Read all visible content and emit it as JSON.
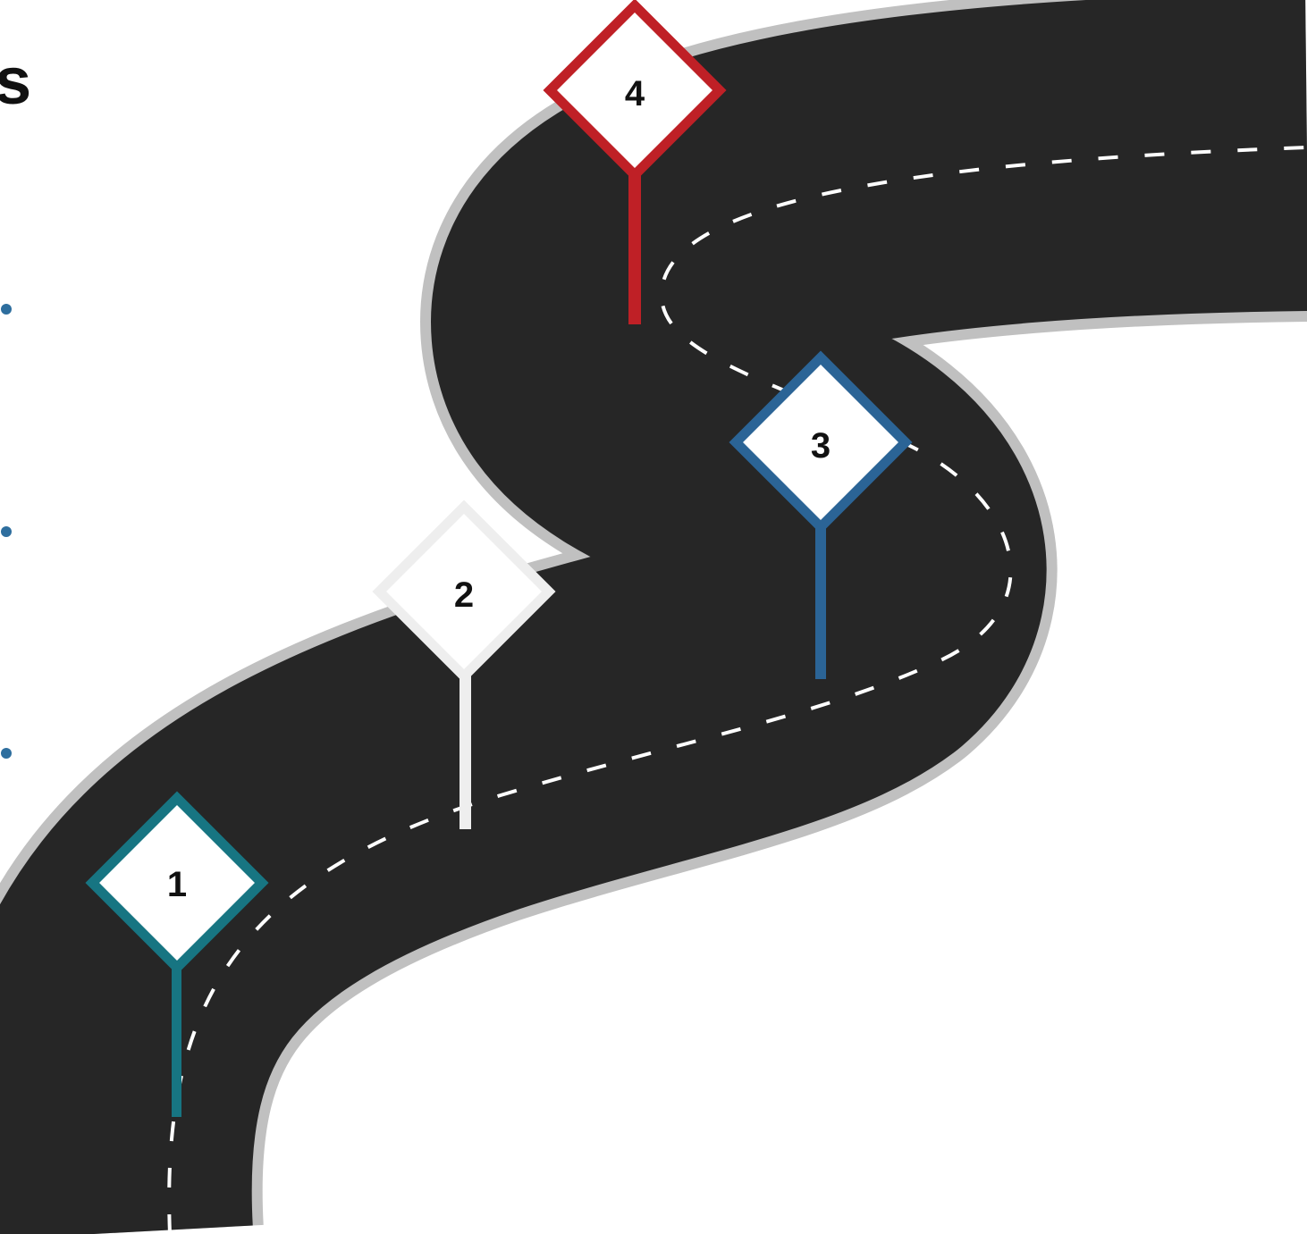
{
  "heading": {
    "fragment": "s"
  },
  "colors": {
    "road": "#262626",
    "road_edge": "#c0c0c0",
    "lane_marking": "#ffffff",
    "bullet_blue": "#2e6e9e",
    "bullet_red": "#c02128",
    "sign_1": "#177582",
    "sign_2": "#eeeeee",
    "sign_3": "#2b6496",
    "sign_4": "#bf2026"
  },
  "milestones": [
    {
      "number": "1",
      "color": "#177582"
    },
    {
      "number": "2",
      "color": "#eeeeee"
    },
    {
      "number": "3",
      "color": "#2b6496"
    },
    {
      "number": "4",
      "color": "#bf2026"
    }
  ],
  "bullets": [
    {
      "color": "#2e6e9e"
    },
    {
      "color": "#2e6e9e"
    },
    {
      "color": "#2e6e9e"
    },
    {
      "color": "#c02128"
    }
  ]
}
